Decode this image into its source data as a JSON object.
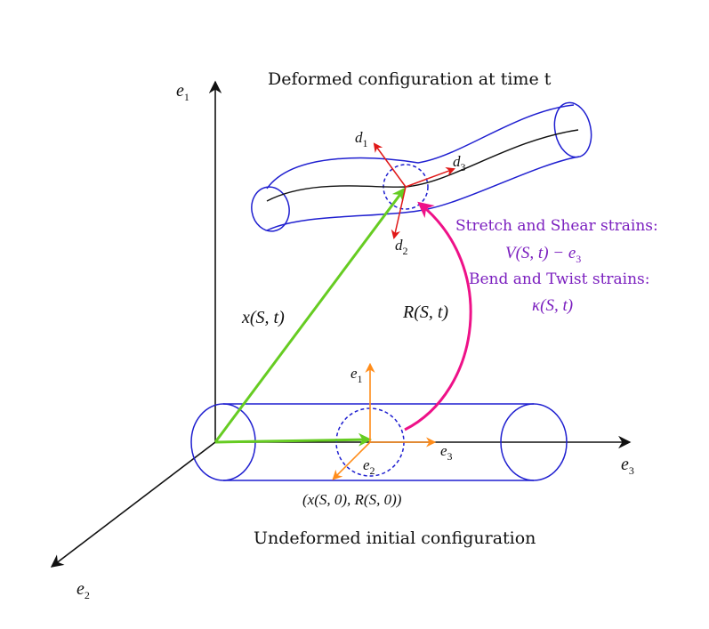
{
  "titles": {
    "deformed": "Deformed configuration at time t",
    "undeformed": "Undeformed initial configuration"
  },
  "axes": {
    "global": {
      "e1": "e",
      "e1_sub": "1",
      "e2": "e",
      "e2_sub": "2",
      "e3": "e",
      "e3_sub": "3"
    },
    "local": {
      "e1": "e",
      "e1_sub": "1",
      "e2": "e",
      "e2_sub": "2",
      "e3": "e",
      "e3_sub": "3"
    },
    "directors": {
      "d1": "d",
      "d1_sub": "1",
      "d2": "d",
      "d2_sub": "2",
      "d3": "d",
      "d3_sub": "3"
    }
  },
  "labels": {
    "position": "x(S, t)",
    "rotation": "R(S, t)",
    "initial_state": "(x(S, 0), R(S, 0))"
  },
  "strains": {
    "stretch_title": "Stretch and Shear strains:",
    "stretch_expr": "V(S, t) − e",
    "stretch_expr_sub": "3",
    "bend_title": "Bend and Twist strains:",
    "bend_expr": "κ(S, t)"
  },
  "colors": {
    "rod": "#1f1fd0",
    "green_vectors": "#66cc22",
    "magenta_arrow": "#ee1188",
    "directors": "#e01818",
    "local_frame": "#ff8c1a",
    "strain_text": "#7b1fbf"
  }
}
